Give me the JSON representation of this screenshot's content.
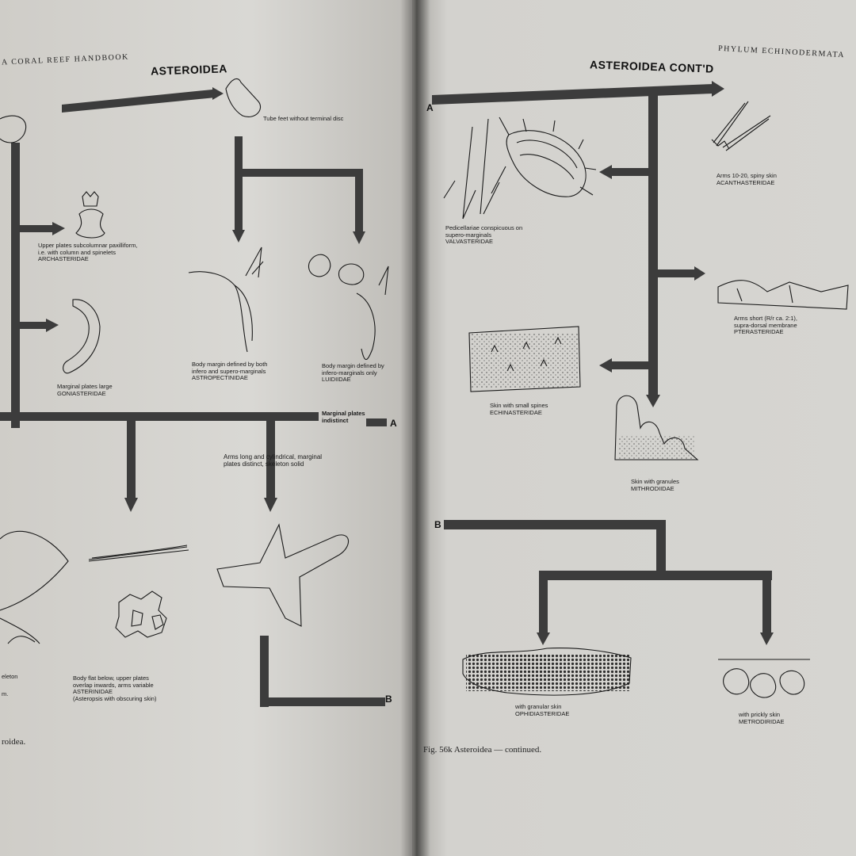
{
  "left_page": {
    "running_header": "A CORAL REEF HANDBOOK",
    "title": "ASTEROIDEA",
    "captions": {
      "tube_feet": "Tube feet without terminal disc",
      "archasteridae_1": "Upper plates subcolumnar paxilliform,",
      "archasteridae_2": "i.e. with column and spinelets",
      "archasteridae_3": "ARCHASTERIDAE",
      "goniasteridae_1": "Marginal plates large",
      "goniasteridae_2": "GONIASTERIDAE",
      "astropectinidae_1": "Body margin defined by both",
      "astropectinidae_2": "infero and supero-marginals",
      "astropectinidae_3": "ASTROPECTINIDAE",
      "luidiidae_1": "Body margin defined by",
      "luidiidae_2": "infero-marginals only",
      "luidiidae_3": "LUIDIIDAE",
      "marginal_indistinct_1": "Marginal plates",
      "marginal_indistinct_2": "indistinct",
      "arms_long_1": "Arms long and cylindrical, marginal",
      "arms_long_2": "plates distinct, skeleton solid",
      "asteriidae_1": "Body flat below, upper plates",
      "asteriidae_2": "overlap inwards, arms variable",
      "asteriidae_3": "ASTERINIDAE",
      "asteriidae_4": "(Asteropsis with obscuring skin)",
      "cut_skeleton": "eleton",
      "cut_m": "m.",
      "footer": "roidea."
    },
    "tag_a": "A",
    "tag_b": "B"
  },
  "right_page": {
    "running_header": "PHYLUM ECHINODERMATA",
    "title": "ASTEROIDEA CONT'D",
    "tag_a": "A",
    "tag_b": "B",
    "captions": {
      "acanthasteridae_1": "Arms 10-20, spiny skin",
      "acanthasteridae_2": "ACANTHASTERIDAE",
      "valvasteridae_1": "Pedicellariae conspicuous on",
      "valvasteridae_2": "supero-marginals",
      "valvasteridae_3": "VALVASTERIDAE",
      "pterasteridae_1": "Arms short (R/r ca. 2:1),",
      "pterasteridae_2": "supra-dorsal membrane",
      "pterasteridae_3": "PTERASTERIDAE",
      "echinasteridae_1": "Skin with small spines",
      "echinasteridae_2": "ECHINASTERIDAE",
      "mithrodiidae_1": "Skin with granules",
      "mithrodiidae_2": "MITHRODIIDAE",
      "ophidiasteridae_1": "with granular skin",
      "ophidiasteridae_2": "OPHIDIASTERIDAE",
      "metrodiridae_1": "with prickly skin",
      "metrodiridae_2": "METRODIRIDAE"
    },
    "figure_caption": "Fig. 56k Asteroidea — continued."
  },
  "colors": {
    "paper": "#d6d5d1",
    "ink": "#111111",
    "bracket": "#3c3c3c"
  }
}
